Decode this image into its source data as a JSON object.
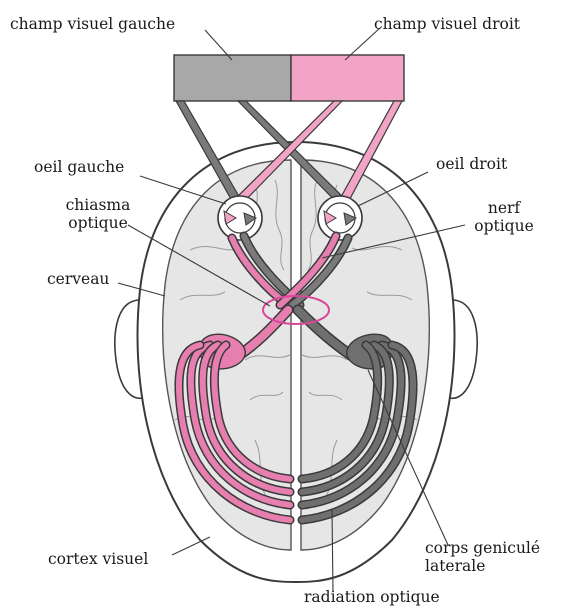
{
  "labels": {
    "left_field": "champ visuel gauche",
    "right_field": "champ visuel droit",
    "left_eye": "oeil gauche",
    "right_eye": "oeil droit",
    "chiasm_line1": "chiasma",
    "chiasm_line2": "optique",
    "nerve_line1": "nerf",
    "nerve_line2": "optique",
    "brain": "cerveau",
    "visual_cortex": "cortex visuel",
    "lgn_line1": "corps geniculé",
    "lgn_line2": "laterale",
    "optic_radiation": "radiation optique"
  },
  "colors": {
    "left_field": "#a8a8a8",
    "right_field": "#f2a4c6",
    "pink_pathway": "#e67fb0",
    "grey_pathway": "#6f6f6f",
    "chiasm_ring": "#d9479a",
    "outline": "#3a3a3a",
    "brain_fill": "#e6e6e6",
    "head_fill": "#ffffff"
  }
}
